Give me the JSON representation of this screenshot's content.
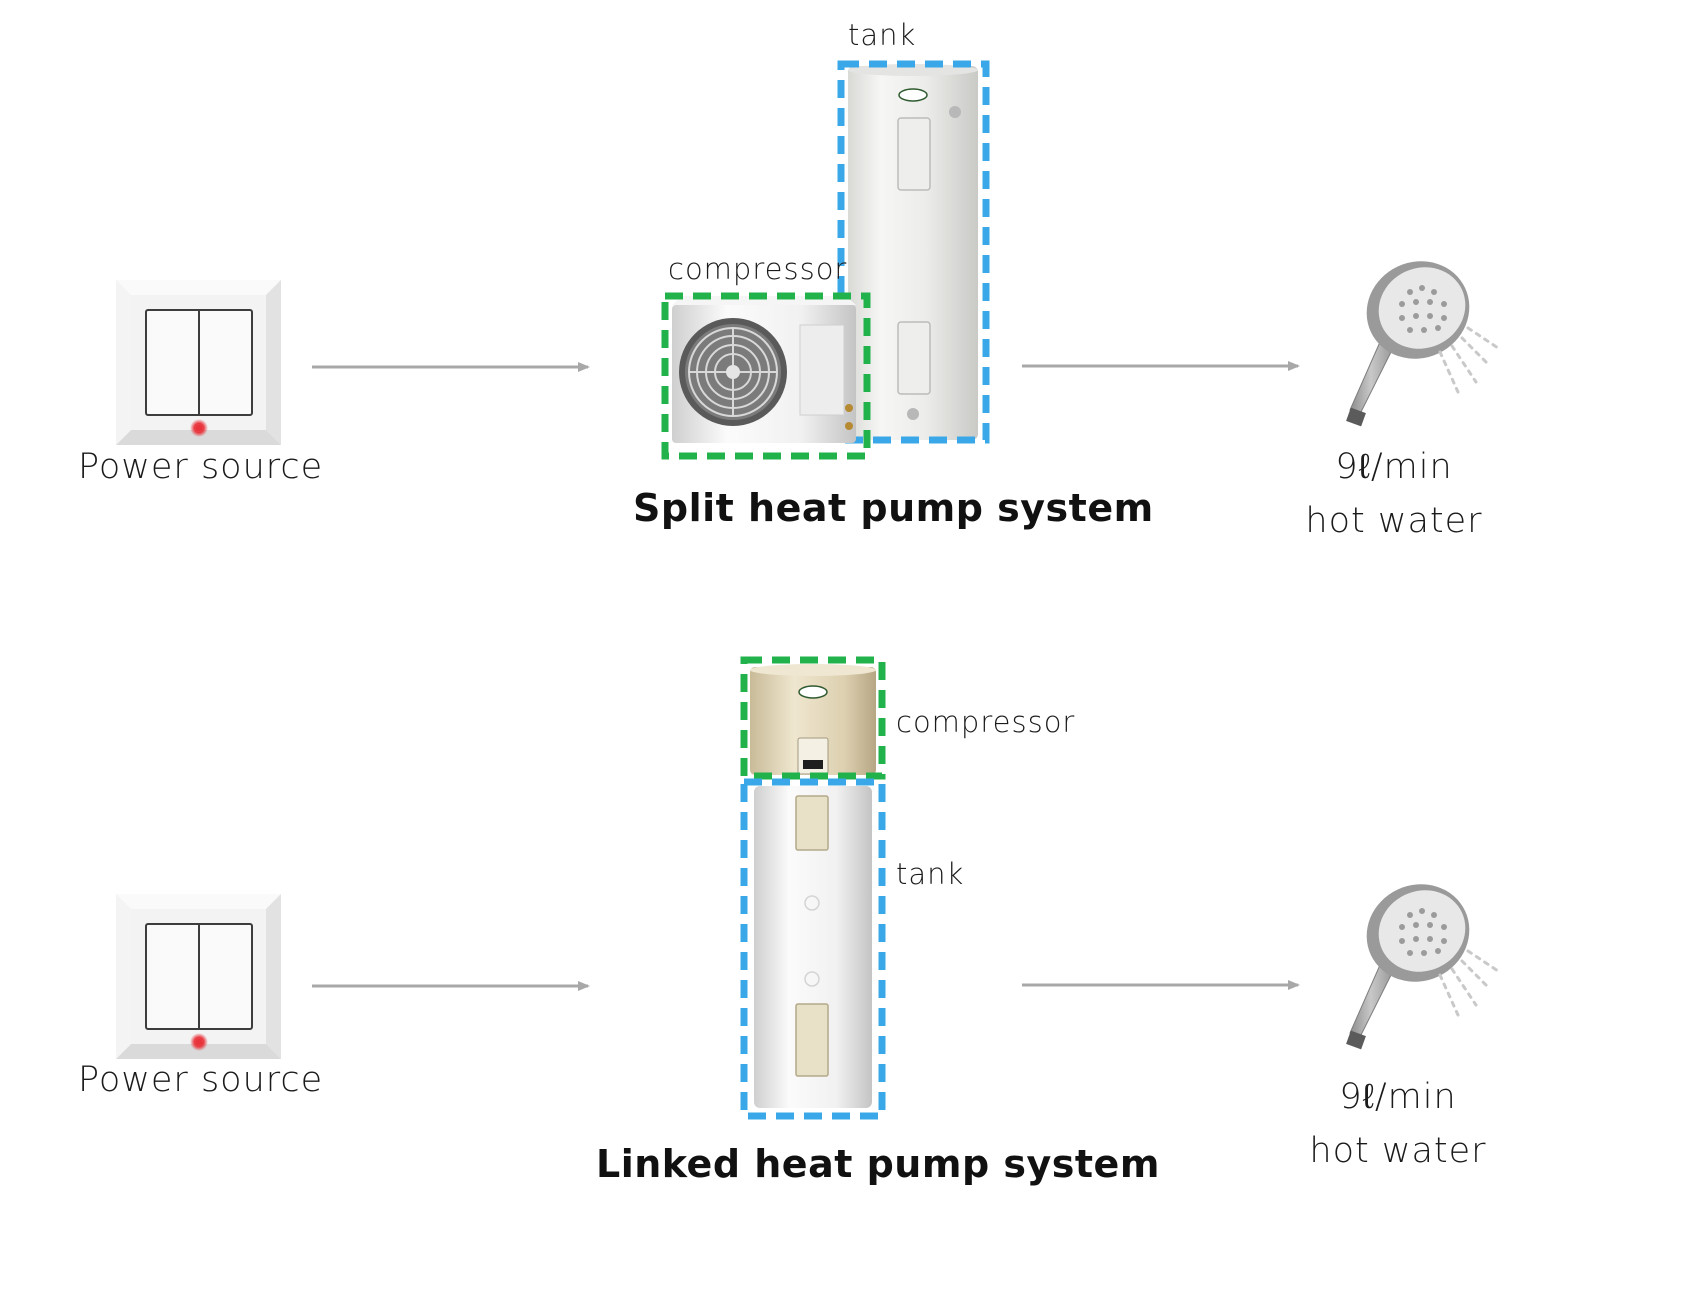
{
  "top": {
    "power_label": "Power source",
    "tank_label": "tank",
    "compressor_label": "compressor",
    "system_title": "Split heat pump system",
    "flow_rate": "9ℓ/min",
    "output_label": "hot water"
  },
  "bottom": {
    "power_label": "Power source",
    "tank_label": "tank",
    "compressor_label": "compressor",
    "system_title": "Linked heat pump system",
    "flow_rate": "9ℓ/min",
    "output_label": "hot water"
  },
  "colors": {
    "tank_outline": "#3aa8e8",
    "compressor_outline": "#22b24c",
    "arrow": "#a8a8a8",
    "indicator_led": "#e8333a"
  },
  "icons": {
    "power": "light-switch-icon",
    "output": "shower-head-icon"
  }
}
